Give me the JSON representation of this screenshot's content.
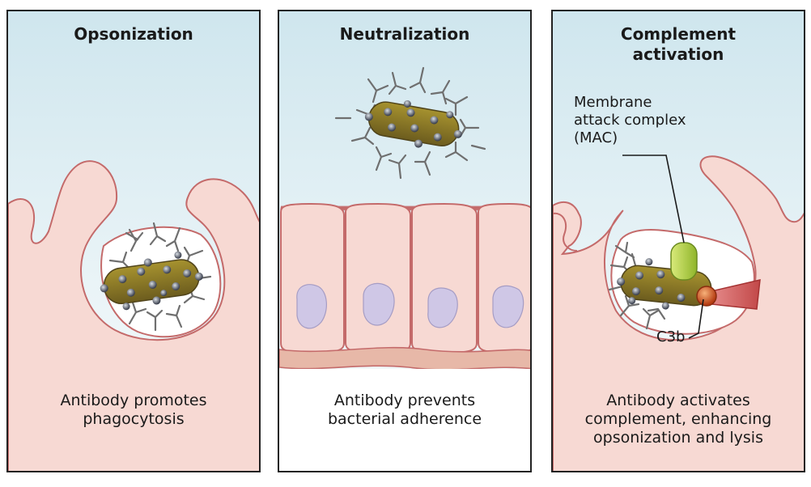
{
  "panels": [
    {
      "title": "Opsonization",
      "caption": [
        "Antibody promotes",
        "phagocytosis"
      ]
    },
    {
      "title": "Neutralization",
      "caption": [
        "Antibody prevents",
        "bacterial adherence"
      ]
    },
    {
      "title": [
        "Complement",
        "activation"
      ],
      "caption": [
        "Antibody activates",
        "complement, enhancing",
        "opsonization and lysis"
      ],
      "labels": {
        "mac": [
          "Membrane",
          "attack complex",
          "(MAC)"
        ],
        "c3b": "C3b"
      }
    }
  ],
  "colors": {
    "cell": "#f7d9d3",
    "cell_outline": "#c46a6a",
    "bacterium": "#8c7a2a",
    "antibody": "#6f6f6f",
    "background": "#d7ebf1",
    "mac": "#b8d84a",
    "c3b": "#d9531e",
    "nucleus": "#cfc7e6"
  }
}
